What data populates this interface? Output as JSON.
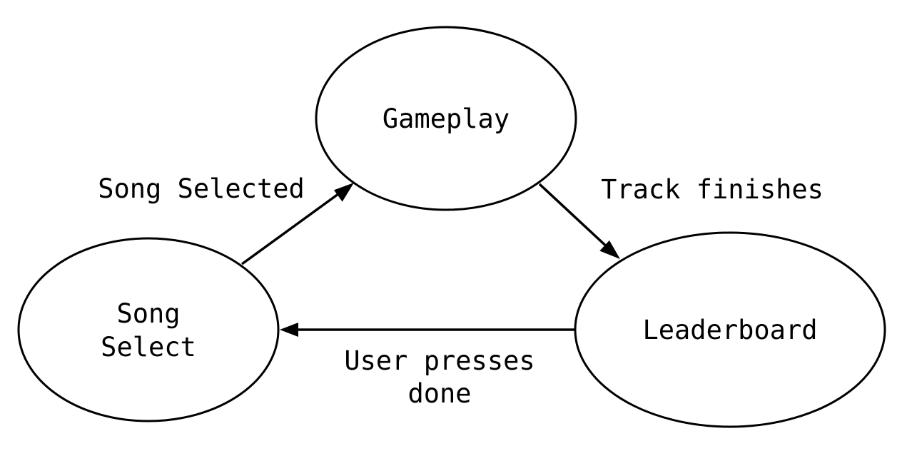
{
  "colors": {
    "stroke": "#000000",
    "fill": "#ffffff",
    "text": "#000000"
  },
  "nodes": [
    {
      "id": "gameplay",
      "lines": [
        "Gameplay"
      ]
    },
    {
      "id": "song-select",
      "lines": [
        "Song",
        "Select"
      ]
    },
    {
      "id": "leaderboard",
      "lines": [
        "Leaderboard"
      ]
    }
  ],
  "edges": [
    {
      "from": "song-select",
      "to": "gameplay",
      "lines": [
        "Song Selected"
      ]
    },
    {
      "from": "gameplay",
      "to": "leaderboard",
      "lines": [
        "Track finishes"
      ]
    },
    {
      "from": "leaderboard",
      "to": "song-select",
      "lines": [
        "User presses",
        "done"
      ]
    }
  ]
}
